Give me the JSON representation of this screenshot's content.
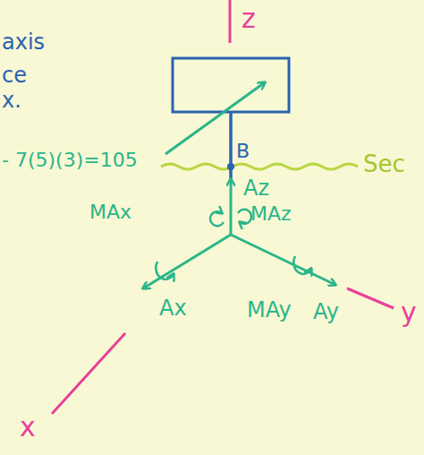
{
  "diagram": {
    "labels": [
      "z",
      "axis",
      "ce",
      "x.",
      "- 7(5)(3)=105",
      "B",
      "Sec",
      "Az",
      "MAx",
      "MAz",
      "Ax",
      "MAy",
      "Ay",
      "x",
      "y"
    ]
  }
}
